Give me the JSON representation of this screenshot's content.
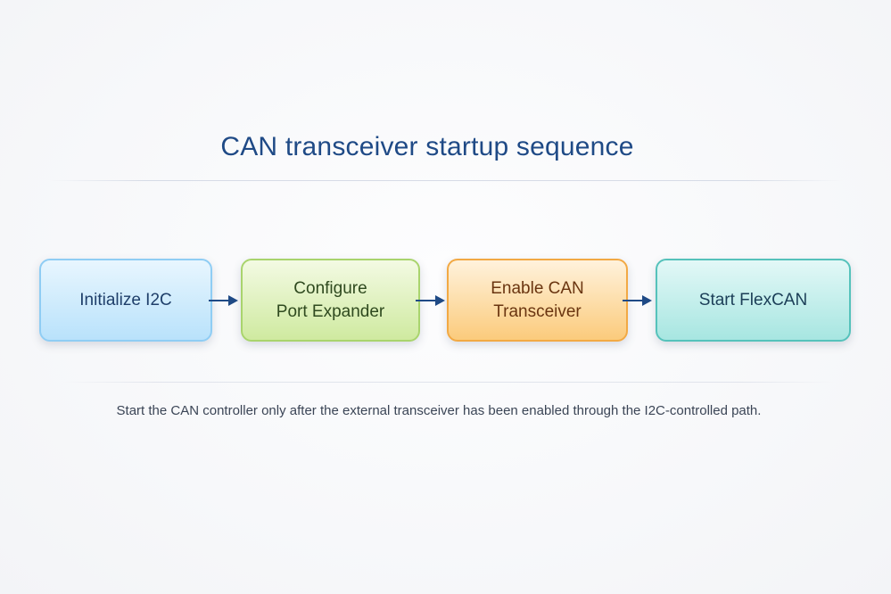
{
  "diagram": {
    "title": "CAN transceiver startup sequence",
    "steps": [
      {
        "line1": "Initialize I2C",
        "line2": ""
      },
      {
        "line1": "Configure",
        "line2": "Port Expander"
      },
      {
        "line1": "Enable CAN",
        "line2": "Transceiver"
      },
      {
        "line1": "Start FlexCAN",
        "line2": ""
      }
    ],
    "note": "Start the CAN controller only after the external transceiver has been enabled through the I2C-controlled path.",
    "colors": {
      "title": "#1f4a86",
      "arrow": "#1f4a86",
      "step1_border": "#8fcdf4",
      "step2_border": "#a9d46d",
      "step3_border": "#f2a944",
      "step4_border": "#55c2bb"
    }
  }
}
